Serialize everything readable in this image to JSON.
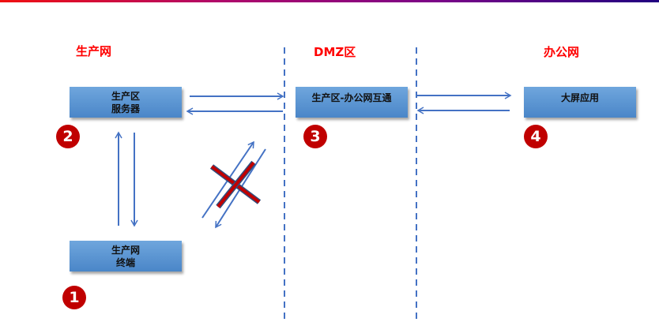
{
  "zones": {
    "production": "生产网",
    "dmz": "DMZ区",
    "office": "办公网"
  },
  "boxes": {
    "server": {
      "line1": "生产区",
      "line2": "服务器"
    },
    "terminal": {
      "line1": "生产网",
      "line2": "终端"
    },
    "interconnect": {
      "line1": "生产区-办公网互通"
    },
    "screen": {
      "line1": "大屏应用"
    }
  },
  "badges": [
    "1",
    "2",
    "3",
    "4"
  ],
  "colors": {
    "zone_label": "#ff0000",
    "arrow": "#4472c4",
    "badge": "#c00000",
    "cross": "#c00000"
  }
}
